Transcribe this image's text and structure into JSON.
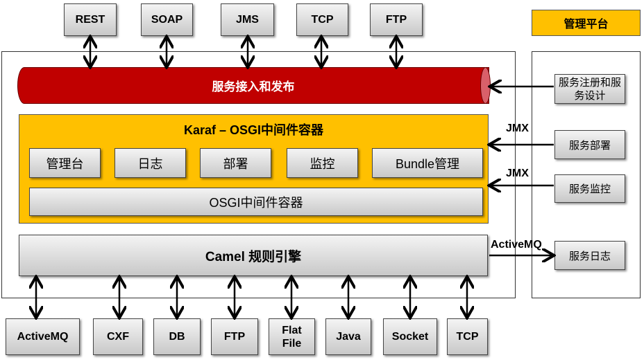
{
  "top_protocols": [
    "REST",
    "SOAP",
    "JMS",
    "TCP",
    "FTP"
  ],
  "management_platform": {
    "title": "管理平台",
    "items": [
      "服务注册和服务设计",
      "服务部署",
      "服务监控",
      "服务日志"
    ]
  },
  "bus": {
    "label": "服务接入和发布"
  },
  "karaf": {
    "title": "Karaf – OSGI中间件容器",
    "modules": [
      "管理台",
      "日志",
      "部署",
      "监控",
      "Bundle管理"
    ],
    "container": "OSGI中间件容器"
  },
  "camel": {
    "label": "Camel 规则引擎"
  },
  "links": {
    "jmx1": "JMX",
    "jmx2": "JMX",
    "activemq": "ActiveMQ"
  },
  "bottom_endpoints": [
    "ActiveMQ",
    "CXF",
    "DB",
    "FTP",
    "Flat File",
    "Java",
    "Socket",
    "TCP"
  ],
  "colors": {
    "bus": "#C00000",
    "karaf": "#FFC000",
    "platform": "#FFC000"
  }
}
